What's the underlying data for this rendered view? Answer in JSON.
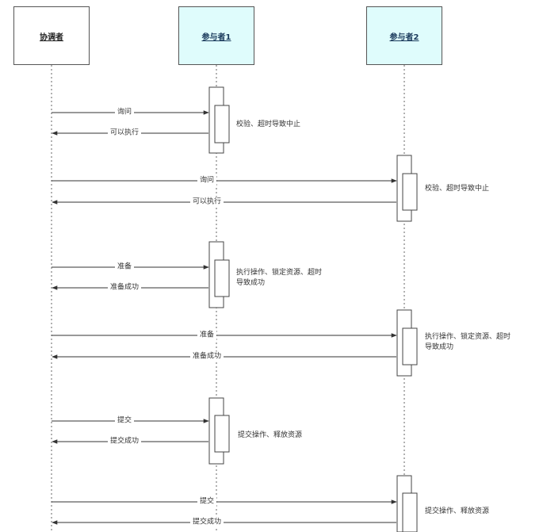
{
  "participants": [
    {
      "id": "coordinator",
      "label": "协调者"
    },
    {
      "id": "p1",
      "label": "参与者1"
    },
    {
      "id": "p2",
      "label": "参与者2"
    }
  ],
  "phases": [
    {
      "target": "p1",
      "request": "询问",
      "response": "可以执行",
      "note": "校验、超时导致中止"
    },
    {
      "target": "p2",
      "request": "询问",
      "response": "可以执行",
      "note": "校验、超时导致中止"
    },
    {
      "target": "p1",
      "request": "准备",
      "response": "准备成功",
      "note": "执行操作、锁定资源、超时导致成功"
    },
    {
      "target": "p2",
      "request": "准备",
      "response": "准备成功",
      "note": "执行操作、锁定资源、超时导致成功"
    },
    {
      "target": "p1",
      "request": "提交",
      "response": "提交成功",
      "note": "提交操作、释放资源"
    },
    {
      "target": "p2",
      "request": "提交",
      "response": "提交成功",
      "note": "提交操作、释放资源"
    }
  ]
}
